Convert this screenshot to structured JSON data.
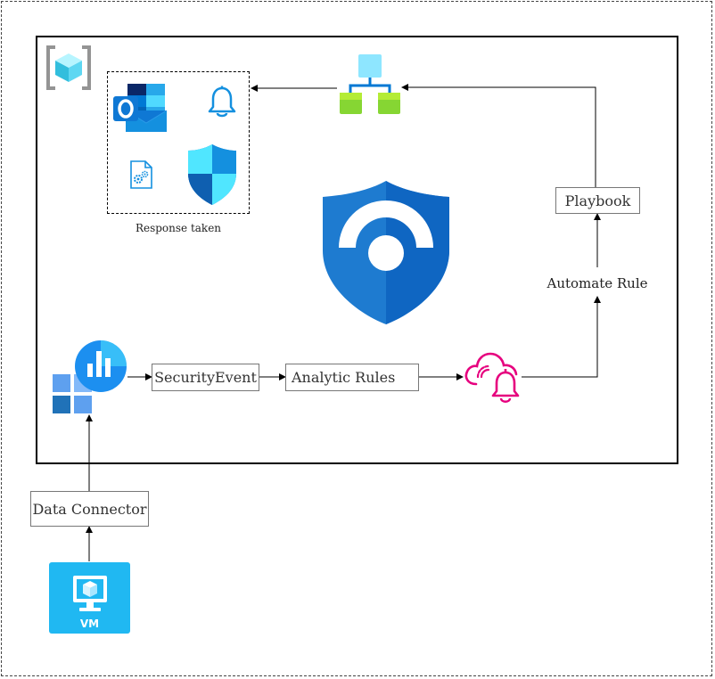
{
  "labels": {
    "response_taken": "Response taken",
    "playbook": "Playbook",
    "automate_rule": "Automate Rule",
    "security_event": "SecurityEvent",
    "analytic_rules": "Analytic Rules",
    "data_connector": "Data Connector",
    "vm": "VM"
  },
  "icons": {
    "workspace": "azure-resource-group-icon",
    "outlook": "outlook-icon",
    "notification": "bell-icon",
    "config": "settings-file-icon",
    "defender": "defender-shield-icon",
    "logic_app": "logic-app-icon",
    "sentinel": "sentinel-shield-icon",
    "log_analytics": "log-analytics-icon",
    "alert": "cloud-alert-icon",
    "vm": "virtual-machine-icon"
  },
  "colors": {
    "azure_blue": "#0078d4",
    "logic_green": "#7fba00",
    "alert_pink": "#e6007e",
    "vm_tile": "#20b8f2"
  }
}
